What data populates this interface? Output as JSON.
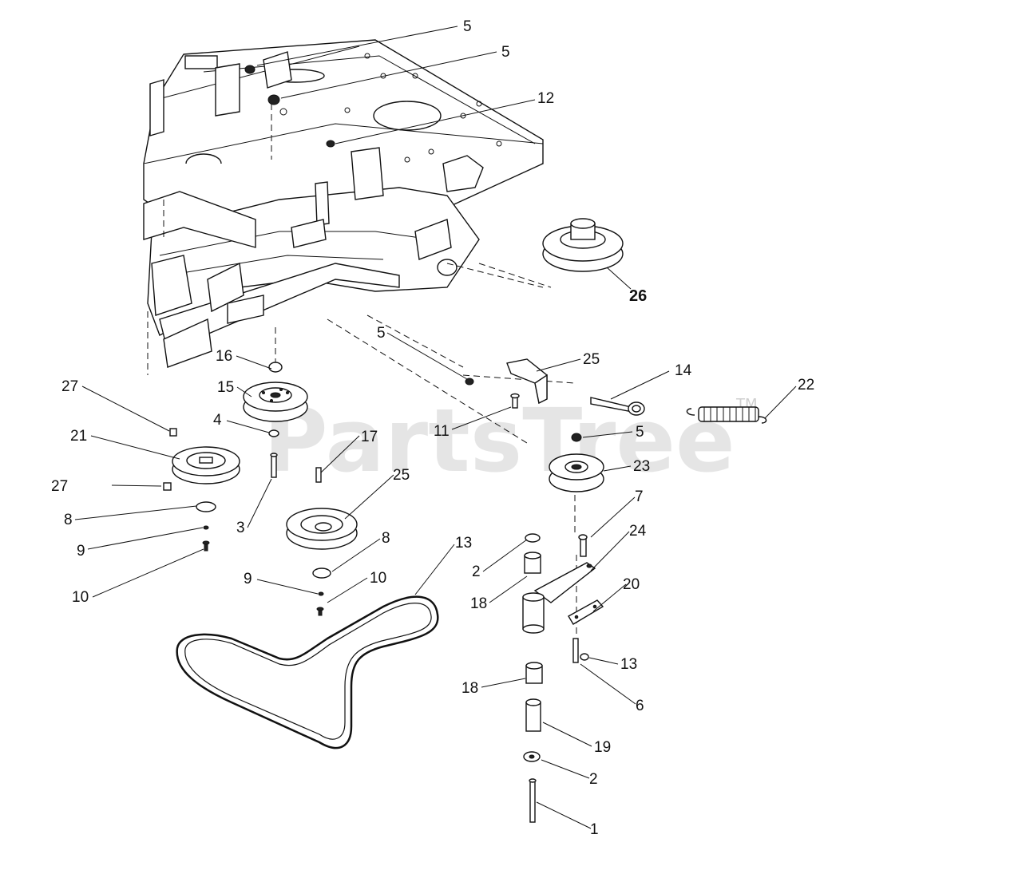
{
  "watermark": {
    "text": "PartsTree",
    "tm": "TM"
  },
  "callouts": [
    {
      "id": "c-5a",
      "label": "5"
    },
    {
      "id": "c-5b",
      "label": "5"
    },
    {
      "id": "c-12",
      "label": "12"
    },
    {
      "id": "c-26",
      "label": "26"
    },
    {
      "id": "c-5c",
      "label": "5"
    },
    {
      "id": "c-25a",
      "label": "25"
    },
    {
      "id": "c-14",
      "label": "14"
    },
    {
      "id": "c-22",
      "label": "22"
    },
    {
      "id": "c-16",
      "label": "16"
    },
    {
      "id": "c-15",
      "label": "15"
    },
    {
      "id": "c-27a",
      "label": "27"
    },
    {
      "id": "c-4",
      "label": "4"
    },
    {
      "id": "c-17",
      "label": "17"
    },
    {
      "id": "c-11",
      "label": "11"
    },
    {
      "id": "c-5d",
      "label": "5"
    },
    {
      "id": "c-21",
      "label": "21"
    },
    {
      "id": "c-23",
      "label": "23"
    },
    {
      "id": "c-27b",
      "label": "27"
    },
    {
      "id": "c-25b",
      "label": "25"
    },
    {
      "id": "c-7",
      "label": "7"
    },
    {
      "id": "c-8a",
      "label": "8"
    },
    {
      "id": "c-3",
      "label": "3"
    },
    {
      "id": "c-24",
      "label": "24"
    },
    {
      "id": "c-9a",
      "label": "9"
    },
    {
      "id": "c-8b",
      "label": "8"
    },
    {
      "id": "c-13a",
      "label": "13"
    },
    {
      "id": "c-2a",
      "label": "2"
    },
    {
      "id": "c-9b",
      "label": "9"
    },
    {
      "id": "c-10a",
      "label": "10"
    },
    {
      "id": "c-20",
      "label": "20"
    },
    {
      "id": "c-10b",
      "label": "10"
    },
    {
      "id": "c-18a",
      "label": "18"
    },
    {
      "id": "c-13b",
      "label": "13"
    },
    {
      "id": "c-18b",
      "label": "18"
    },
    {
      "id": "c-6",
      "label": "6"
    },
    {
      "id": "c-19",
      "label": "19"
    },
    {
      "id": "c-2b",
      "label": "2"
    },
    {
      "id": "c-1",
      "label": "1"
    }
  ]
}
